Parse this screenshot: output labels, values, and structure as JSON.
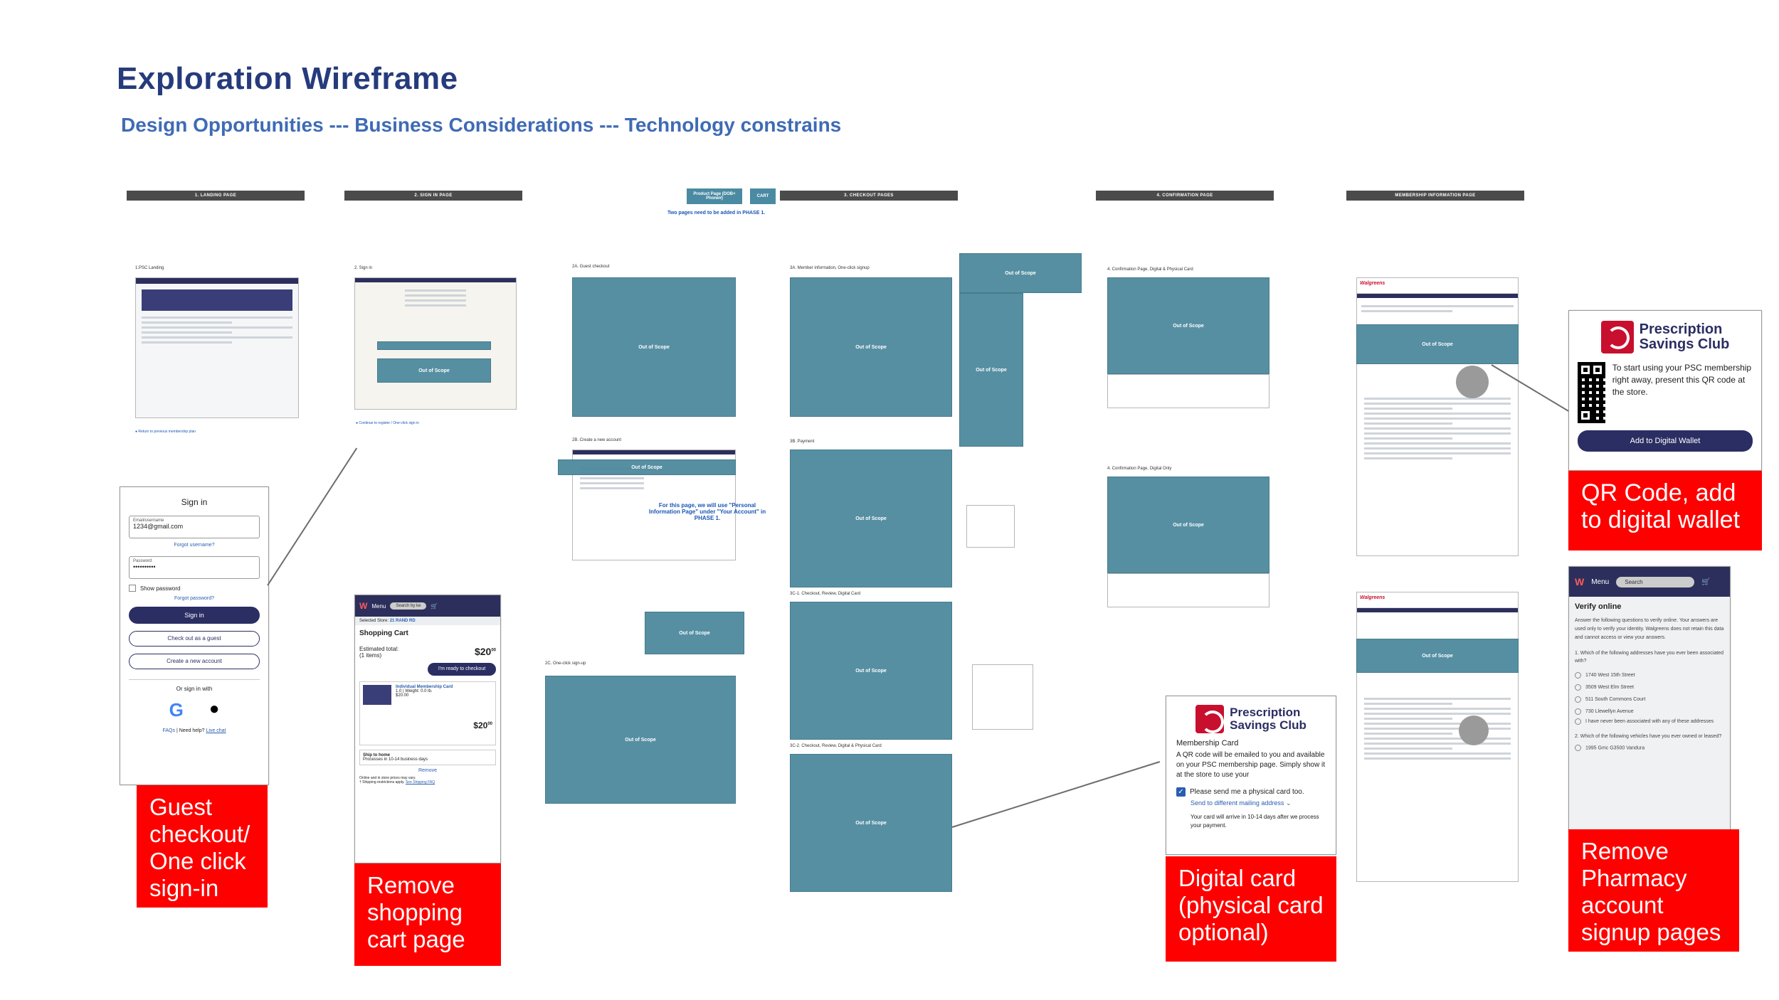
{
  "header": {
    "title": "Exploration Wireframe",
    "subtitle": "Design Opportunities --- Business Considerations --- Technology constrains"
  },
  "sections": {
    "landing": "1. LANDING PAGE",
    "signin": "2. SIGN IN PAGE",
    "product_page": "Product Page (DOB+ Phone#)",
    "cart": "CART",
    "checkout": "3. CHECKOUT PAGES",
    "confirmation": "4. CONFIRMATION PAGE",
    "membership": "MEMBERSHIP INFORMATION PAGE",
    "phase_note": "Two pages need to be added in PHASE 1."
  },
  "frames": {
    "psc_landing": "1.PSC Landing",
    "sign_in": "2. Sign in",
    "guest_checkout": "2A. Guest checkout",
    "create_account": "2B. Create a new account",
    "one_click": "2C. One-click sign-up",
    "member_info": "3A. Member information, One-click signup",
    "payment": "3B. Payment",
    "checkout_review_digital": "3C-1. Checkout, Review, Digital Card",
    "checkout_review_physical": "3C-2. Checkout, Review, Digital & Physical Card",
    "confirm_digital_physical": "4. Confirmation Page, Digital & Physical Card",
    "confirm_digital_only": "4. Confirmation Page, Digital Only",
    "out_of_scope": "Out of Scope",
    "phase1_note": "For this page, we will use \"Personal Information Page\" under \"Your Account\" in PHASE 1."
  },
  "signin_card": {
    "title": "Sign in",
    "email_label": "Email/username",
    "email_value": "1234@gmail.com",
    "forgot_username": "Forgot username?",
    "password_label": "Password",
    "password_value": "••••••••••",
    "show_password": "Show password",
    "forgot_password": "Forgot password?",
    "sign_in_button": "Sign in",
    "guest_button": "Check out as a guest",
    "create_button": "Create a new account",
    "or_sign_in": "Or sign in with",
    "faqs": "FAQs",
    "need_help": "Need help?",
    "live_chat": "Live chat"
  },
  "cart_card": {
    "menu": "Menu",
    "search": "Search by ke",
    "selected_store_label": "Selected Store:",
    "selected_store": "21 RAND RD",
    "title": "Shopping Cart",
    "estimated_total": "Estimated total:",
    "items": "(1 items)",
    "total": "$20",
    "total_cents": "00",
    "checkout_button": "I'm ready to checkout",
    "item_name": "Individual Membership Card",
    "item_details": "1.0 | Weight: 0.0 lb.",
    "item_price": "$20.00",
    "item_total": "$20",
    "item_total_cents": "00",
    "ship_title": "Ship to home",
    "ship_detail": "Processes in 10-14 business days",
    "remove": "Remove",
    "online_note": "Online and in store prices may vary.",
    "shipping_note": "† Shipping restrictions apply.",
    "shipping_faq": "See Shipping FAQ"
  },
  "digital_card": {
    "brand_line1": "Prescription",
    "brand_line2": "Savings Club",
    "heading": "Membership Card",
    "body": "A QR code will be emailed to you and available on your PSC membership page. Simply show it at the store to use your",
    "physical_option": "Please send me a physical card too.",
    "send_different": "Send to different mailing address",
    "arrival": "Your card will arrive in 10-14 days after we process your payment."
  },
  "qr_card": {
    "brand_line1": "Prescription",
    "brand_line2": "Savings Club",
    "body": "To start using your PSC membership right away, present this QR code at the store.",
    "wallet_button": "Add to Digital Wallet"
  },
  "verify_card": {
    "menu": "Menu",
    "search": "Search",
    "title": "Verify online",
    "intro": "Answer the following questions to verify online. Your answers are used only to verify your identity. Walgreens does not retain this data and cannot access or view your answers.",
    "q1": "1. Which of the following addresses have you ever been associated with?",
    "options": [
      "1740 West 15th Street",
      "3509 West Elm Street",
      "511 South Commons Court",
      "730 Llewellyn Avenue",
      "I have never been associated with any of these addresses"
    ],
    "q2": "2. Which of the following vehicles have you ever owned or leased?",
    "q2_option": "1995 Gmc G3500 Vandura"
  },
  "callouts": {
    "guest": "Guest checkout/ One click sign-in",
    "cart": "Remove shopping cart page",
    "digital": "Digital card (physical card optional)",
    "qr": "QR Code, add to digital wallet",
    "pharmacy": "Remove Pharmacy account signup pages"
  },
  "colors": {
    "title": "#253b7c",
    "subtitle": "#3f6bb5",
    "out_of_scope": "#4e8a9e",
    "callout": "#ff0000",
    "navy": "#2b2e63",
    "brand_red": "#c8102e"
  }
}
